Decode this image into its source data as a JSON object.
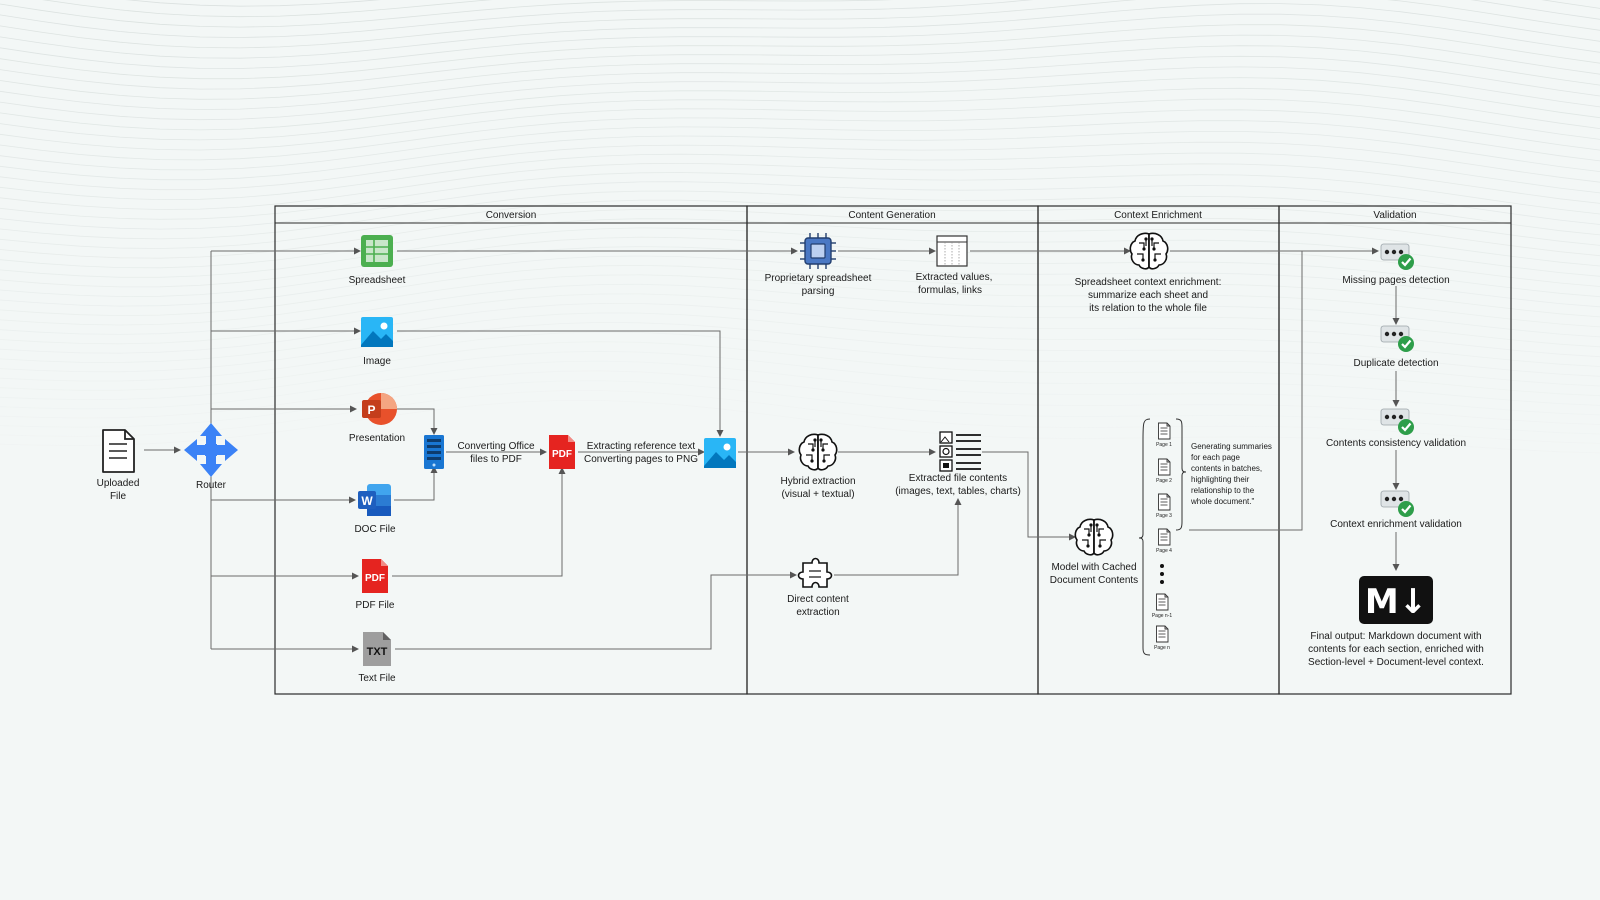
{
  "sections": {
    "conversion": "Conversion",
    "content_generation": "Content Generation",
    "context_enrichment": "Context Enrichment",
    "validation": "Validation"
  },
  "input": {
    "uploaded_file": [
      "Uploaded",
      "File"
    ],
    "router": "Router"
  },
  "file_types": {
    "spreadsheet": "Spreadsheet",
    "image": "Image",
    "presentation": "Presentation",
    "doc": "DOC File",
    "pdf": "PDF File",
    "text": "Text File"
  },
  "conversion_steps": {
    "office_to_pdf": [
      "Converting Office",
      "files to PDF"
    ],
    "pdf_to_png": [
      "Extracting reference text",
      "Converting pages to PNG"
    ]
  },
  "content_generation": {
    "spreadsheet_parsing": [
      "Proprietary spreadsheet",
      "parsing"
    ],
    "extracted_values": [
      "Extracted values,",
      "formulas, links"
    ],
    "hybrid_extraction": [
      "Hybrid extraction",
      "(visual + textual)"
    ],
    "extracted_contents": [
      "Extracted file contents",
      "(images, text, tables, charts)"
    ],
    "direct_extraction": [
      "Direct content",
      "extraction"
    ]
  },
  "context_enrichment": {
    "spreadsheet_enrichment": [
      "Spreadsheet context enrichment:",
      "summarize each sheet and",
      "its relation to the whole file"
    ],
    "cached_model": [
      "Model with Cached",
      "Document Contents"
    ],
    "pages": [
      "Page 1",
      "Page 2",
      "Page 3",
      "Page 4",
      "Page n-1",
      "Page n"
    ],
    "batch_note": [
      "Generating summaries",
      "for each page",
      "contents in batches,",
      "highlighting their",
      "relationship to the",
      "whole document.\""
    ]
  },
  "validation": {
    "missing_pages": "Missing pages detection",
    "duplicate": "Duplicate detection",
    "consistency": "Contents consistency validation",
    "context": "Context enrichment validation",
    "final_output": [
      "Final output: Markdown document with",
      "contents for each section, enriched with",
      "Section-level + Document-level context."
    ]
  },
  "icons": {
    "uploaded_file": "document-icon",
    "router": "router-arrows-icon",
    "spreadsheet": "spreadsheet-icon",
    "image": "image-icon",
    "presentation": "powerpoint-icon",
    "doc": "word-icon",
    "pdf": "pdf-icon",
    "text": "txt-icon",
    "server": "server-icon",
    "chip": "cpu-chip-icon",
    "table": "table-icon",
    "brain": "brain-circuit-icon",
    "puzzle": "puzzle-piece-icon",
    "contents": "content-list-icon",
    "page": "page-icon",
    "check": "check-badge-icon",
    "markdown": "markdown-icon"
  },
  "colors": {
    "background": "#f3f7f6",
    "section_border": "#2b2b2b",
    "connector": "#6b6b6b",
    "spreadsheet_green": "#4caf50",
    "image_blue": "#29b6f6",
    "ppt_orange": "#e8512b",
    "word_blue": "#1e5fbf",
    "pdf_red": "#e52420",
    "router_blue": "#3b82f6",
    "chip_blue": "#4a78c4",
    "check_green": "#2e9e4a"
  },
  "markdown_badge": "M↓"
}
